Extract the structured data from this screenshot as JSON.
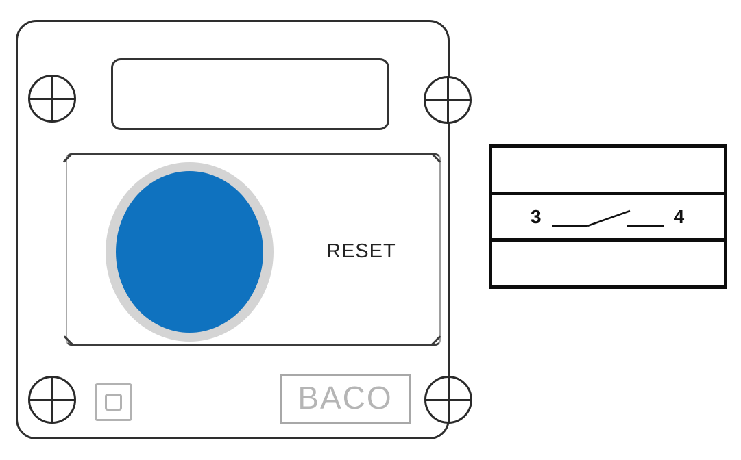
{
  "station": {
    "reset_label": "RESET",
    "brand_label": "BACO",
    "button_color": "#0f72bf",
    "button_ring_color": "#d4d4d4"
  },
  "contact_block": {
    "left_terminal": "3",
    "right_terminal": "4",
    "contact_type": "normally-open"
  }
}
